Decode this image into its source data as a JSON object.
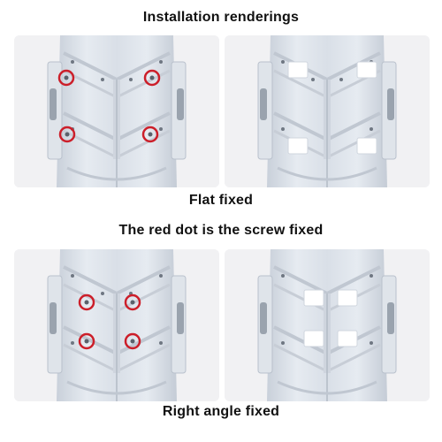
{
  "captions": {
    "top": "Installation renderings",
    "middle": "Flat fixed",
    "section": "The red dot is the screw fixed",
    "bottom": "Right angle fixed"
  },
  "colors": {
    "screw_marker": "#cc1f2a",
    "bracket_body": "#d7dde6",
    "tape_pad": "#ffffff"
  },
  "icons": {
    "screw_marker": "red-circle-marker-icon",
    "adhesive": "adhesive-tape-pad-icon"
  }
}
